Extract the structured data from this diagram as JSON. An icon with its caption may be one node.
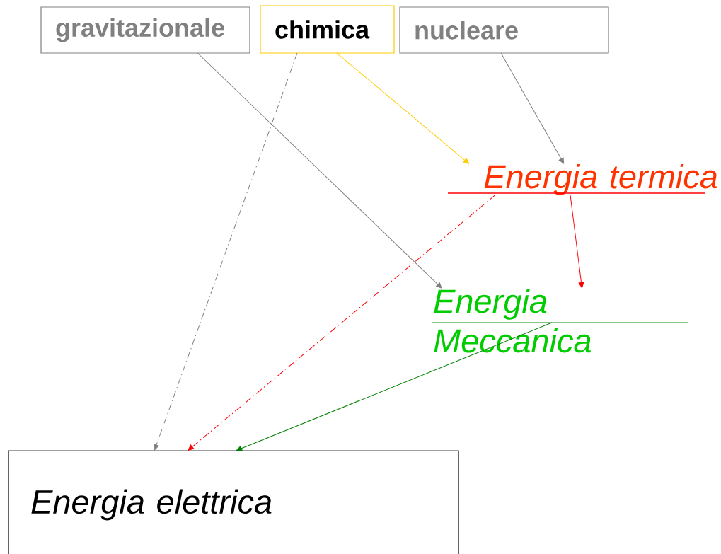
{
  "diagram": {
    "nodes": [
      {
        "text": [
          "gravitazionale"
        ]
      },
      {
        "text": [
          "chimica"
        ]
      },
      {
        "text": [
          "nucleare"
        ]
      },
      {
        "text": [
          "Energia termica"
        ]
      },
      {
        "text": [
          "Energia Meccanica"
        ]
      },
      {
        "text": [
          "Energia elettrica"
        ]
      }
    ],
    "edges": [
      {
        "from": 0,
        "to": 4,
        "arrow": "to"
      },
      {
        "from": 1,
        "to": 5,
        "arrow": "to",
        "style": "dashed"
      },
      {
        "from": 1,
        "to": 3,
        "arrow": "to",
        "color": "#ffcc00"
      },
      {
        "from": 2,
        "to": 3,
        "arrow": "to"
      },
      {
        "from": 3,
        "to": 5,
        "arrow": "to",
        "style": "dashed",
        "color": "#ff0000"
      },
      {
        "from": 3,
        "to": 4,
        "arrow": "to",
        "color": "#ff0000"
      },
      {
        "from": 4,
        "to": 5,
        "arrow": "to",
        "color": "#008000"
      }
    ]
  }
}
